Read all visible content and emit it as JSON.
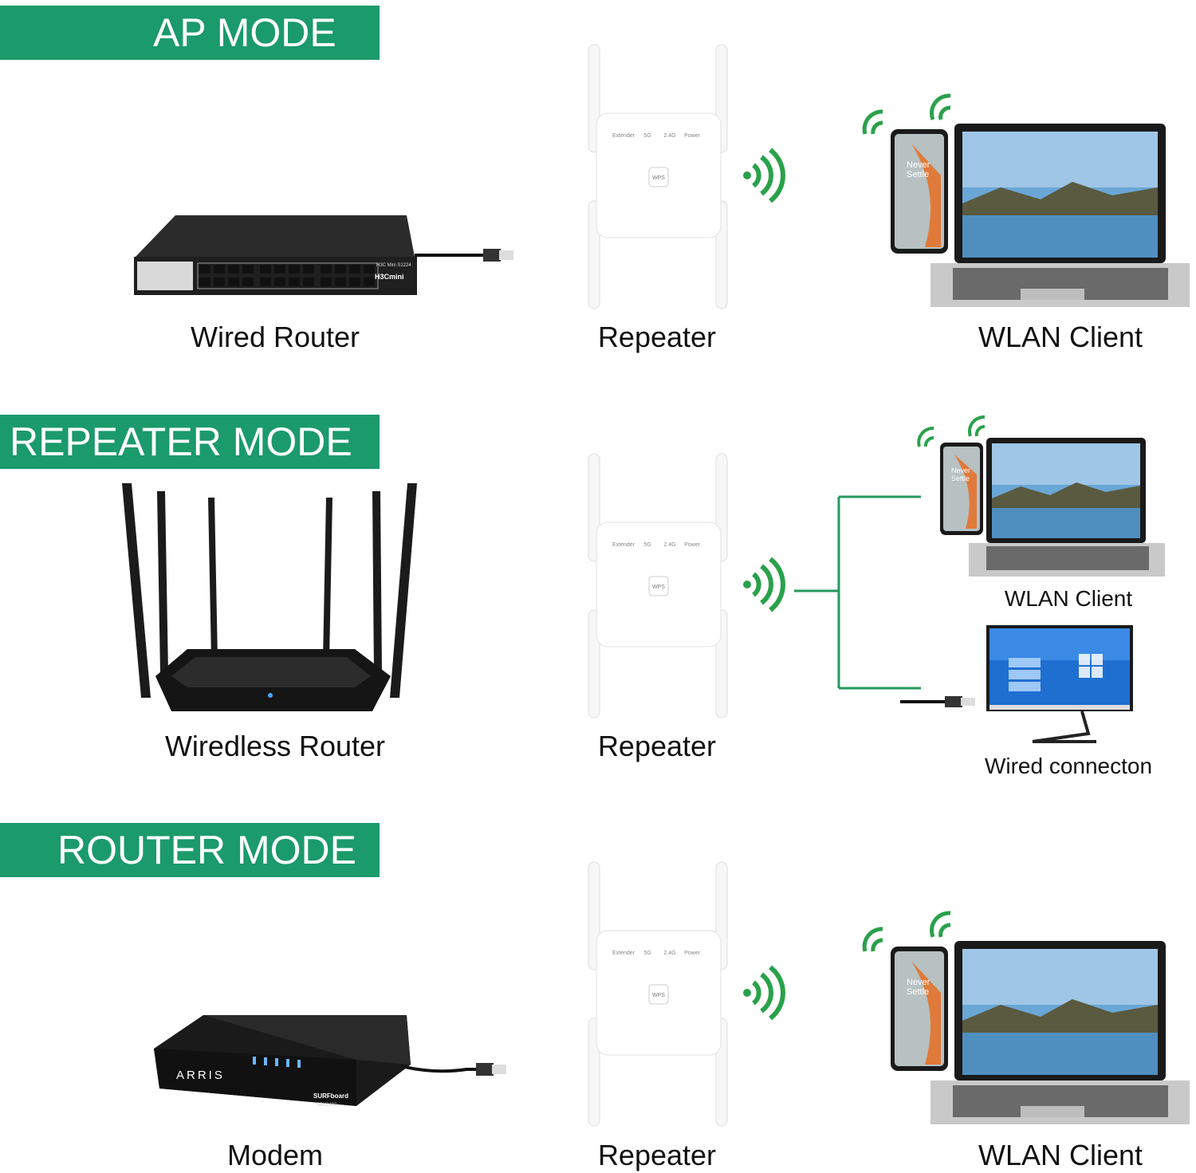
{
  "sections": [
    {
      "title": "AP MODE",
      "source_label": "Wired Router",
      "middle_label": "Repeater",
      "client_label": "WLAN Client"
    },
    {
      "title": "REPEATER MODE",
      "source_label": "Wiredless Router",
      "middle_label": "Repeater",
      "client_label": "WLAN Client",
      "wired_label": "Wired connecton"
    },
    {
      "title": "ROUTER MODE",
      "source_label": "Modem",
      "middle_label": "Repeater",
      "client_label": "WLAN Client"
    }
  ],
  "device_text": {
    "repeater_leds": [
      "Extender",
      "5G",
      "2.4G",
      "Power"
    ],
    "wps_button": "WPS",
    "switch_brand": "H3Cmini",
    "switch_model": "H3C Mini S1224",
    "modem_brand": "ARRIS",
    "modem_model": "SURFboard",
    "modem_model_number": "SBV2402",
    "phone_text_line1": "Never",
    "phone_text_line2": "Settle"
  },
  "colors": {
    "banner": "#1b9a6c",
    "wifi": "#2aa14a",
    "connector": "#239a5c"
  }
}
